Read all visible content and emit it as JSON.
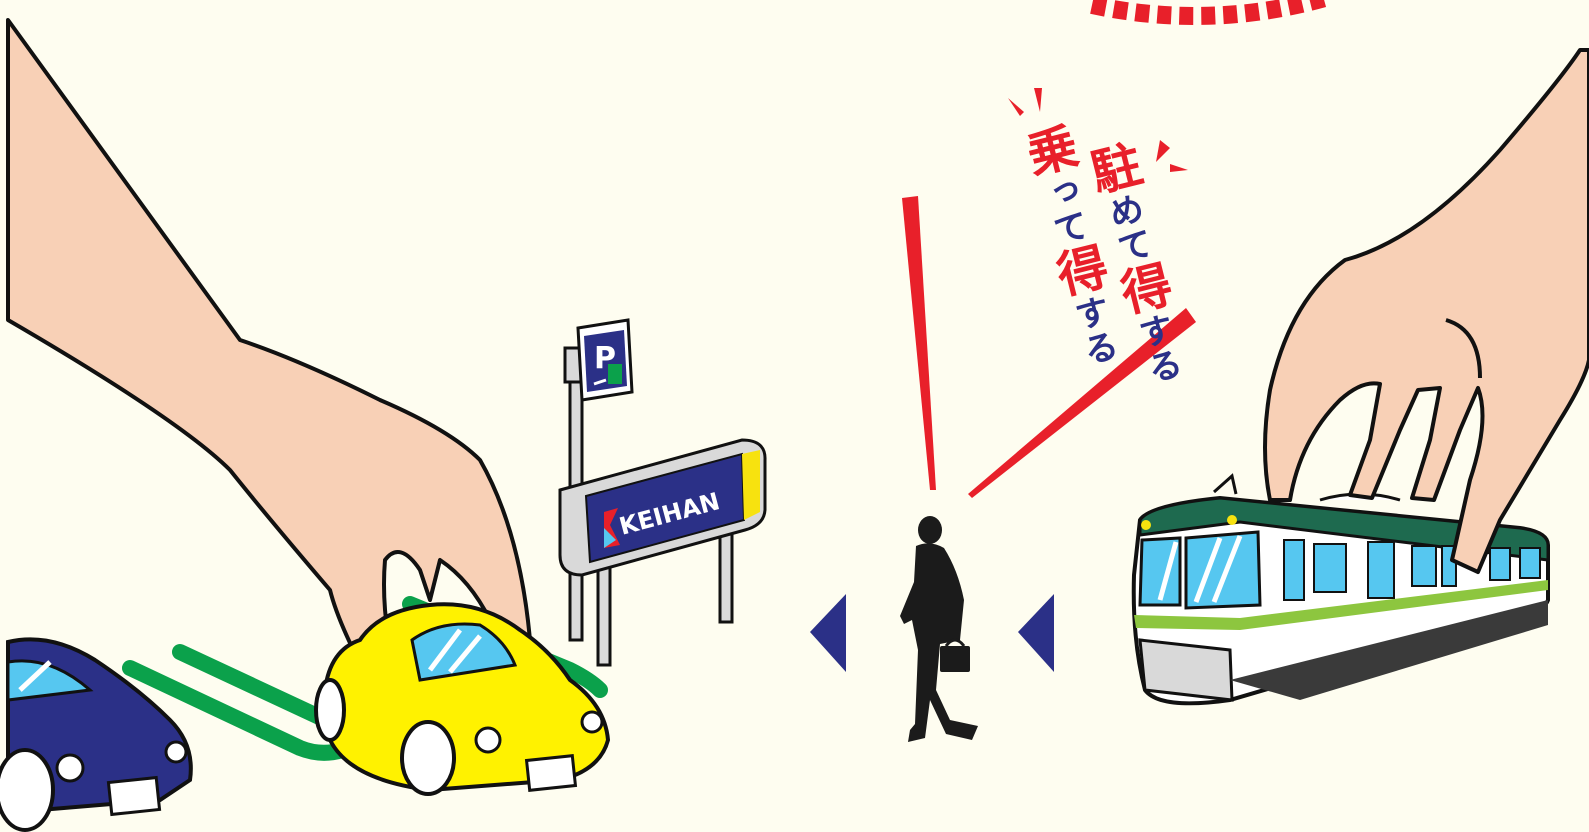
{
  "slogan": {
    "line1": [
      {
        "text": "駐",
        "style": "big"
      },
      {
        "text": "めて",
        "style": "small"
      },
      {
        "text": "得",
        "style": "big"
      },
      {
        "text": "する",
        "style": "small"
      }
    ],
    "line2": [
      {
        "text": "乗",
        "style": "big"
      },
      {
        "text": "って",
        "style": "small"
      },
      {
        "text": "得",
        "style": "big"
      },
      {
        "text": "する",
        "style": "small"
      }
    ]
  },
  "signage": {
    "brand_text": "KEIHAN",
    "parking_letter": "P"
  },
  "colors": {
    "background": "#fefdf0",
    "accent_red": "#e8202a",
    "brand_navy": "#2b3087",
    "brand_yellow": "#f7e20f",
    "train_green": "#1e6a4f",
    "parking_green": "#0ba14b",
    "skin": "#f8d0b6"
  },
  "icons": {
    "left_arrow": "triangle-left-icon",
    "right_arrow": "triangle-left-icon",
    "pedestrian": "businessman-silhouette-icon"
  }
}
